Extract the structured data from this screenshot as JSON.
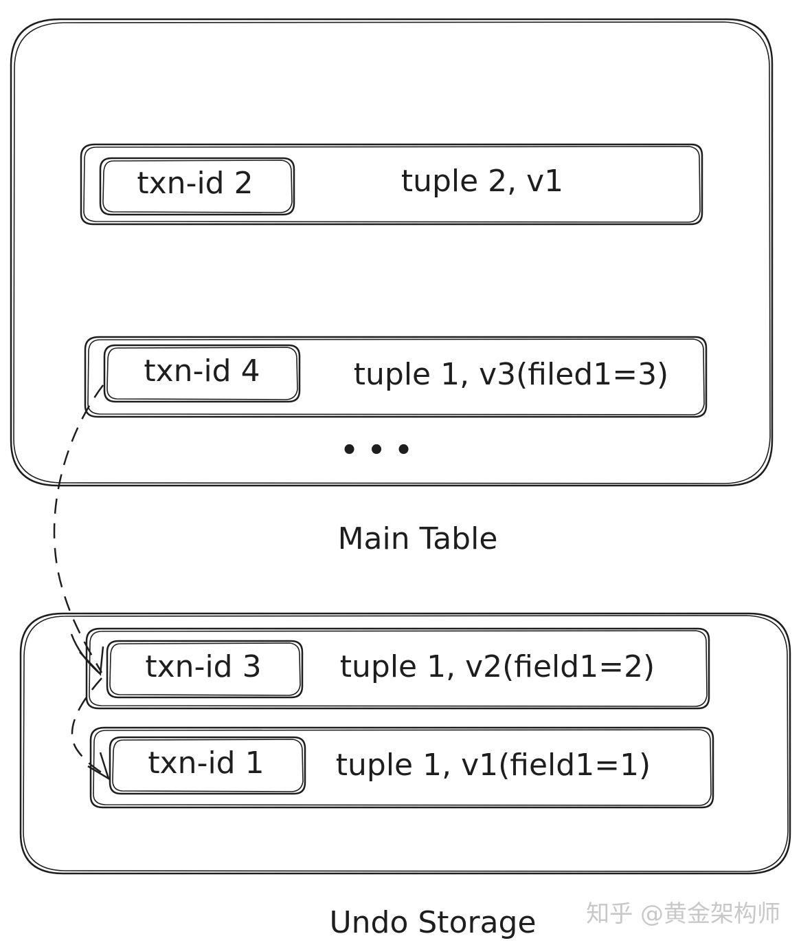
{
  "main_table": {
    "label": "Main Table",
    "rows": [
      {
        "txn": "txn-id 2",
        "tuple": "tuple 2, v1"
      },
      {
        "txn": "txn-id 4",
        "tuple": "tuple 1, v3(filed1=3)"
      }
    ],
    "ellipsis": "•  •  •"
  },
  "undo_storage": {
    "label": "Undo Storage",
    "rows": [
      {
        "txn": "txn-id 3",
        "tuple": "tuple 1, v2(field1=2)"
      },
      {
        "txn": "txn-id 1",
        "tuple": "tuple 1, v1(field1=1)"
      }
    ]
  },
  "watermark": "知乎 @黄金架构师"
}
